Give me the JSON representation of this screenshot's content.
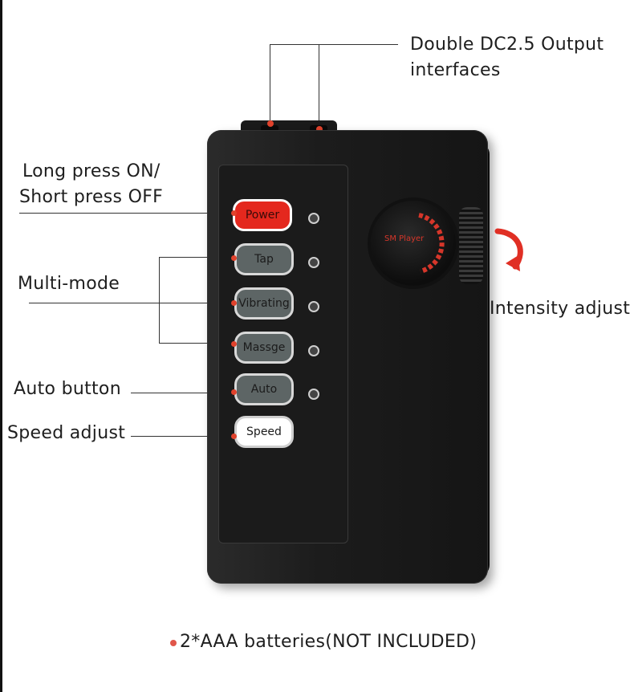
{
  "annotations": {
    "output": [
      "Double DC2.5 Output",
      "interfaces"
    ],
    "power_hint": [
      "Long press ON/",
      "Short press OFF"
    ],
    "multi_mode": "Multi-mode",
    "intensity": "Intensity adjust",
    "auto": "Auto button",
    "speed": "Speed adjust",
    "footnote": "2*AAA batteries(NOT INCLUDED)"
  },
  "device": {
    "buttons": {
      "power": "Power",
      "tap": "Tap",
      "vibrating": "Vibrating",
      "massage": "Massge",
      "auto": "Auto",
      "speed": "Speed"
    },
    "knob_label": "SM Player"
  },
  "colors": {
    "accent_red": "#e4281e",
    "device_body": "#1c1c1c",
    "mode_button": "#5d6565"
  },
  "icons": [
    "rotate-arrow-icon",
    "led-indicator-icon",
    "port-icon"
  ]
}
